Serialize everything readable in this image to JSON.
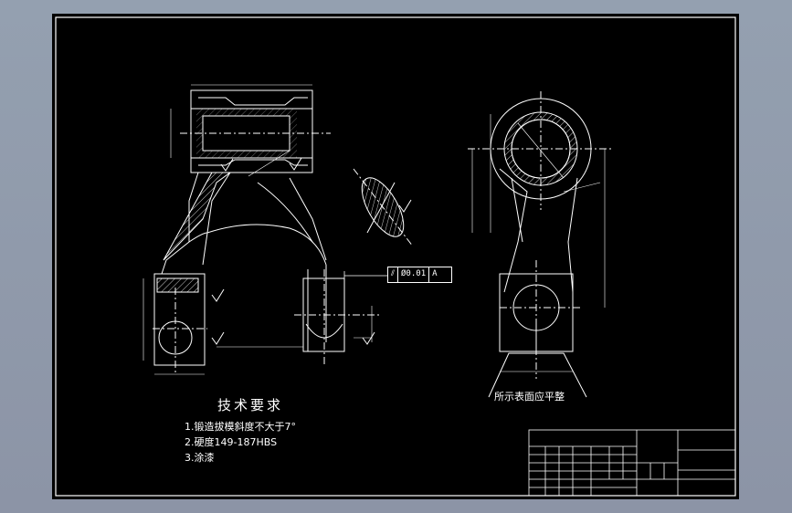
{
  "technical_requirements": {
    "title": "技术要求",
    "items": [
      "1.锻造拔模斜度不大于7°",
      "2.硬度149-187HBS",
      "3.涂漆"
    ]
  },
  "flat_surface_note": "所示表面应平整",
  "geometric_tolerance": {
    "symbol": "⫽",
    "value": "Ø0.01",
    "datum": "A"
  },
  "colors": {
    "background": "#000000",
    "lines": "#ffffff",
    "viewport": "#8f97a8"
  }
}
